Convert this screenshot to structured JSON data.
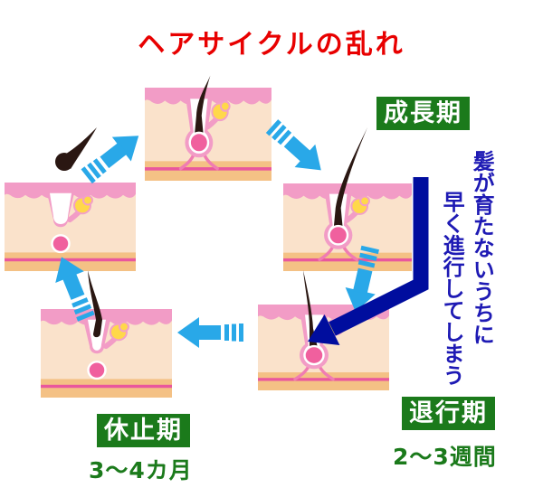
{
  "title": "ヘアサイクルの乱れ",
  "phases": {
    "growth": {
      "label": "成長期"
    },
    "regression": {
      "label": "退行期",
      "duration": "2〜3週間"
    },
    "rest": {
      "label": "休止期",
      "duration": "3〜4カ月"
    }
  },
  "side_note": {
    "line1": "髪が育たないうちに",
    "line2": "早く進行してしまう"
  },
  "colors": {
    "title_text": "#E80000",
    "phase_label_bg": "#1B7A1B",
    "phase_label_text": "#FFFFFF",
    "duration_text": "#1B7A1B",
    "side_note_text": "#1E1AB4",
    "cycle_arrow": "#29A8E8",
    "disruption_arrow": "#000D9E",
    "skin_epidermis": "#F29CC6",
    "skin_dermis": "#FAE2CB",
    "skin_subcutis": "#F4C185",
    "skin_line": "#E9579D",
    "hair": "#2A1712",
    "papilla": "#F0609E",
    "sebaceous_gland": "#FFD84A"
  }
}
